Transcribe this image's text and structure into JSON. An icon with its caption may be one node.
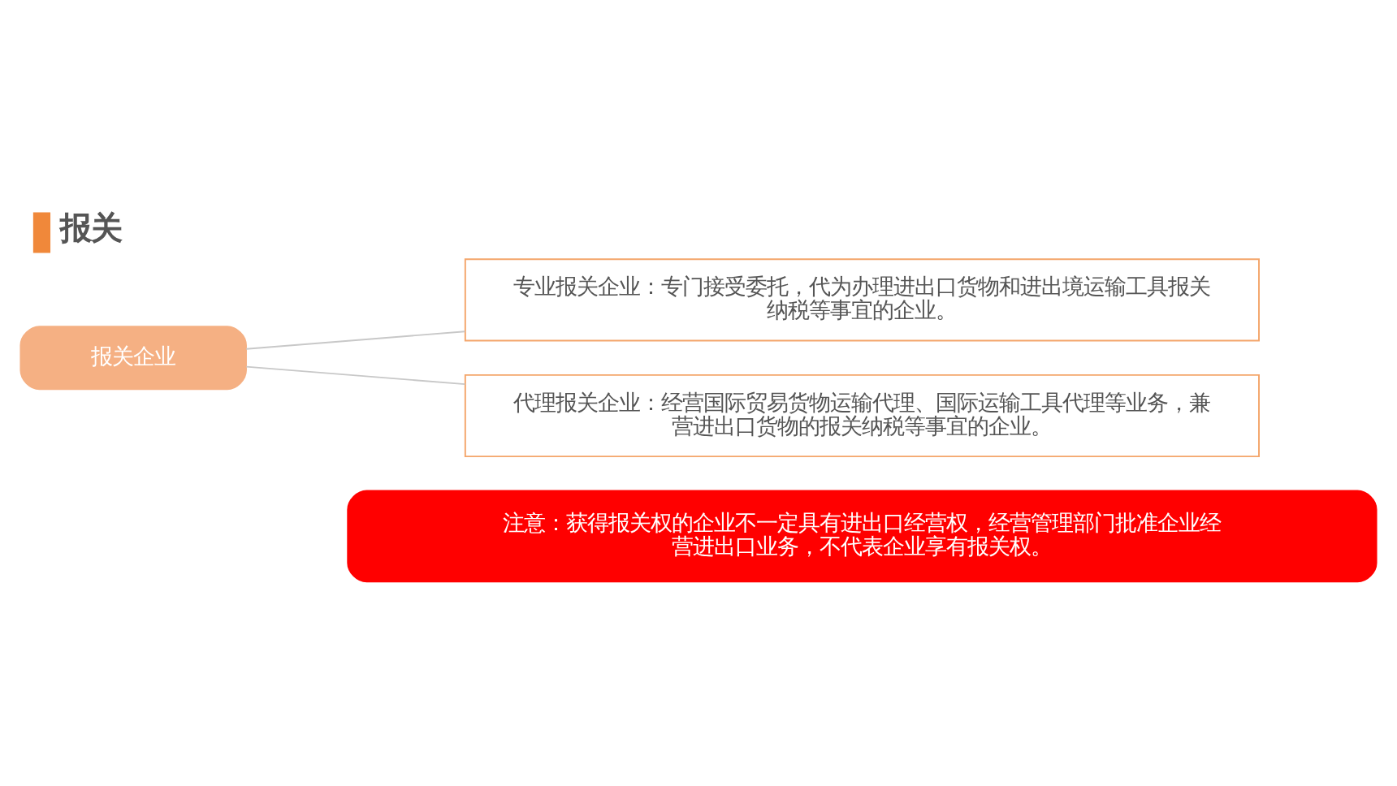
{
  "diagram": {
    "title": "报关",
    "nodes": [
      {
        "text": [
          "报关企业"
        ]
      },
      {
        "text": [
          "专业报关企业：专门接受委托，代为办理进出口货物和进出境运输工具报关纳税等事宜的企业。"
        ]
      },
      {
        "text": [
          "代理报关企业：经营国际贸易货物运输代理、国际运输工具代理等业务，兼营进出口货物的报关纳税等事宜的企业。"
        ]
      },
      {
        "text": [
          "注意：获得报关权的企业不一定具有进出口经营权，经营管理部门批准企业经营进出口业务，不代表企业享有报关权。"
        ]
      }
    ],
    "edges": [
      {
        "from": 0,
        "to": 1,
        "arrow": "none"
      },
      {
        "from": 0,
        "to": 2,
        "arrow": "none"
      }
    ]
  }
}
